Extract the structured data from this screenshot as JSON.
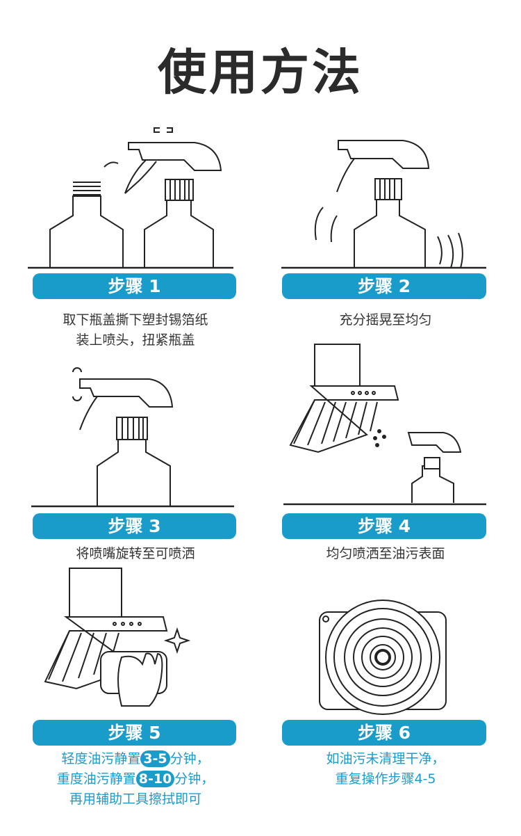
{
  "title": "使用方法",
  "accent_color": "#1a9ccb",
  "steps": [
    {
      "label": "步骤 1",
      "lines": [
        "取下瓶盖撕下塑封锡箔纸",
        "装上喷头，扭紧瓶盖"
      ]
    },
    {
      "label": "步骤 2",
      "lines": [
        "充分摇晃至均匀"
      ]
    },
    {
      "label": "步骤 3",
      "lines": [
        "将喷嘴旋转至可喷洒"
      ]
    },
    {
      "label": "步骤 4",
      "lines": [
        "均匀喷洒至油污表面"
      ]
    },
    {
      "label": "步骤 5",
      "line1_pre": "轻度油污静置",
      "line1_hl": "3-5",
      "line1_post": "分钟，",
      "line2_pre": "重度油污静置",
      "line2_hl": "8-10",
      "line2_post": "分钟，",
      "line3": "再用辅助工具擦拭即可"
    },
    {
      "label": "步骤 6",
      "lines": [
        "如油污未清理干净，",
        "重复操作步骤4-5"
      ]
    }
  ]
}
